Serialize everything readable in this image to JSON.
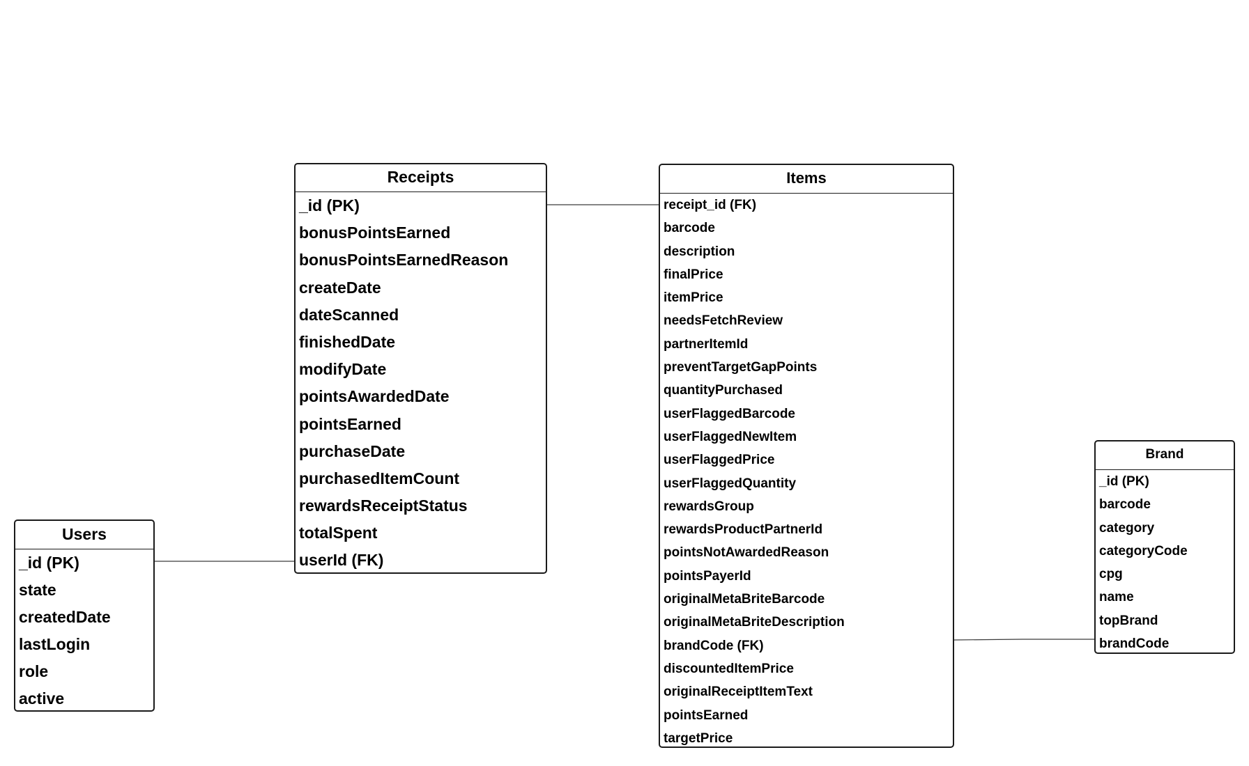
{
  "diagram": {
    "entities": {
      "users": {
        "title": "Users",
        "fields": [
          "_id (PK)",
          "state",
          "createdDate",
          "lastLogin",
          "role",
          "active"
        ]
      },
      "receipts": {
        "title": "Receipts",
        "fields": [
          "_id (PK)",
          "bonusPointsEarned",
          "bonusPointsEarnedReason",
          "createDate",
          "dateScanned",
          "finishedDate",
          "modifyDate",
          "pointsAwardedDate",
          "pointsEarned",
          "purchaseDate",
          "purchasedItemCount",
          "rewardsReceiptStatus",
          "totalSpent",
          "userId (FK)"
        ]
      },
      "items": {
        "title": "Items",
        "fields": [
          "receipt_id (FK)",
          "barcode",
          "description",
          "finalPrice",
          "itemPrice",
          "needsFetchReview",
          "partnerItemId",
          "preventTargetGapPoints",
          "quantityPurchased",
          "userFlaggedBarcode",
          "userFlaggedNewItem",
          "userFlaggedPrice",
          "userFlaggedQuantity",
          "rewardsGroup",
          "rewardsProductPartnerId",
          "pointsNotAwardedReason",
          "pointsPayerId",
          "originalMetaBriteBarcode",
          "originalMetaBriteDescription",
          "brandCode (FK)",
          "discountedItemPrice",
          "originalReceiptItemText",
          "pointsEarned",
          "targetPrice"
        ]
      },
      "brand": {
        "title": "Brand",
        "fields": [
          "_id (PK)",
          "barcode",
          "category",
          "categoryCode",
          "cpg",
          "name",
          "topBrand",
          "brandCode"
        ]
      }
    }
  }
}
